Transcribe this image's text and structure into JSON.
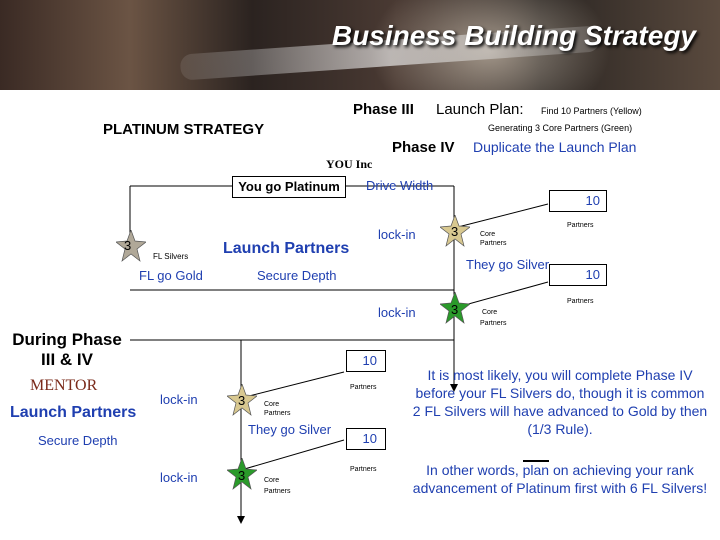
{
  "banner": {
    "title": "Business Building Strategy"
  },
  "header": {
    "phase3_label": "Phase III",
    "phase3_text": "Launch Plan:",
    "phase3_note": "Find 10 Partners (Yellow)",
    "phase3_sub": "Generating 3 Core Partners (Green)",
    "platinum_strategy": "PLATINUM STRATEGY",
    "phase4_label": "Phase IV",
    "phase4_text": "Duplicate the Launch Plan"
  },
  "top_node": {
    "you_inc": "YOU Inc",
    "you_go_platinum": "You go Platinum",
    "drive_width": "Drive Width"
  },
  "left_node": {
    "count": "3",
    "label": "FL Silvers",
    "fl_go_gold": "FL go Gold"
  },
  "center": {
    "launch_partners": "Launch Partners",
    "secure_depth": "Secure Depth"
  },
  "right_branch": {
    "box_top": {
      "value": "10",
      "partners": "Partners"
    },
    "lockin_1": "lock-in",
    "star_yellow_count": "3",
    "star_yellow_label": "Core Partners",
    "they_go_silver": "They go Silver",
    "box_mid": {
      "value": "10",
      "partners": "Partners"
    },
    "lockin_2": "lock-in",
    "star_green_count": "3",
    "star_green_label_1": "Core",
    "star_green_label_2": "Partners"
  },
  "left_section": {
    "during_phase": "During Phase III & IV",
    "mentor": "MENTOR",
    "launch_partners": "Launch Partners",
    "secure_depth": "Secure Depth"
  },
  "lower_branch": {
    "box_top": {
      "value": "10",
      "partners": "Partners"
    },
    "lockin_1": "lock-in",
    "star_yellow_count": "3",
    "star_yellow_label": "Core Partners",
    "they_go_silver": "They go Silver",
    "box_bot": {
      "value": "10",
      "partners": "Partners"
    },
    "lockin_2": "lock-in",
    "star_green_count": "3",
    "star_green_label_1": "Core",
    "star_green_label_2": "Partners"
  },
  "notes": {
    "para1": "It is most likely, you will complete Phase IV before your FL Silvers do, though it is common 2 FL Silvers will have advanced to Gold by then (1/3 Rule).",
    "para2_before": "In other words, ",
    "para2_plan": "plan",
    "para2_after": " on achieving your rank advancement of Platinum first with 6 FL Silvers!"
  },
  "colors": {
    "blue": "#1f3fb0",
    "yellow_star": "#d8c890",
    "green_star": "#2a9a2a",
    "grey_star": "#b0a898"
  }
}
